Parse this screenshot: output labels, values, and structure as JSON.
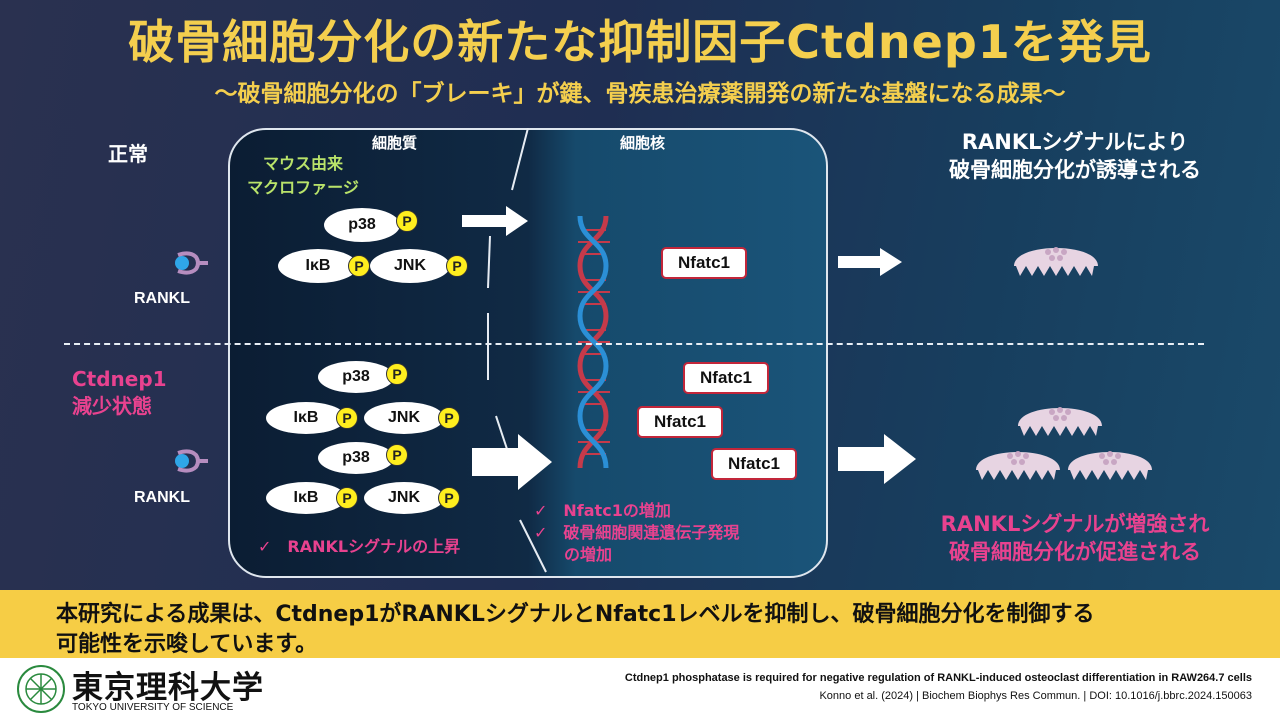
{
  "title": "破骨細胞分化の新たな抑制因子Ctdnep1を発見",
  "subtitle": "〜破骨細胞分化の「ブレーキ」が鍵、骨疾患治療薬開発の新たな基盤になる成果〜",
  "conditions": {
    "normal": "正常",
    "ctdnep1_line1": "Ctdnep1",
    "ctdnep1_line2": "減少状態"
  },
  "rankl_label": "RANKL",
  "compartments": {
    "cytoplasm": "細胞質",
    "nucleus": "細胞核"
  },
  "cell_type": {
    "line1": "マウス由来",
    "line2": "マクロファージ"
  },
  "proteins": {
    "p38": "p38",
    "ikb": "IκB",
    "jnk": "JNK",
    "p": "P",
    "nfatc1": "Nfatc1"
  },
  "notes": {
    "cyto": "✓　RANKLシグナルの上昇",
    "nuc1": "✓　Nfatc1の増加",
    "nuc2": "✓　破骨細胞関連遺伝子発現",
    "nuc3": "の増加"
  },
  "outcomes": {
    "normal_line1": "RANKLシグナルにより",
    "normal_line2": "破骨細胞分化が誘導される",
    "ko_line1": "RANKLシグナルが増強され",
    "ko_line2": "破骨細胞分化が促進される"
  },
  "conclusion": {
    "line1": "本研究による成果は、Ctdnep1がRANKLシグナルとNfatc1レベルを抑制し、破骨細胞分化を制御する",
    "line2": "可能性を示唆しています。"
  },
  "footer": {
    "logo_text": "東京理科大学",
    "logo_en": "TOKYO UNIVERSITY OF SCIENCE",
    "paper_title": "Ctdnep1 phosphatase is required for negative regulation of RANKL-induced osteoclast differentiation in RAW264.7 cells",
    "citation": "Konno et al. (2024) | Biochem Biophys Res Commun. | DOI: 10.1016/j.bbrc.2024.150063"
  },
  "colors": {
    "title_yellow": "#f4cf4e",
    "pink": "#e8428f",
    "lime": "#b9e36a",
    "conclusion_bar": "#f6cd45",
    "nfatc_border": "#c2263a",
    "phospho": "#ffee1e",
    "osteoclast": "#e7d4e2"
  }
}
